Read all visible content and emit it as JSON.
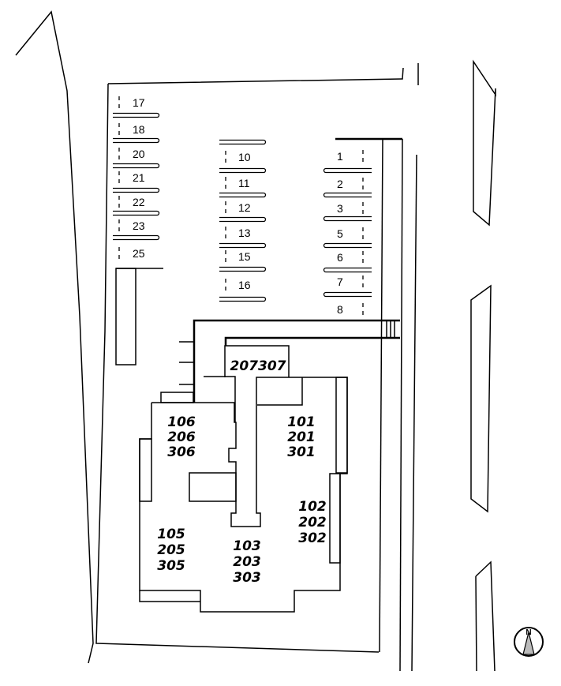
{
  "parking": {
    "left_column": [
      "17",
      "18",
      "20",
      "21",
      "22",
      "23",
      "25"
    ],
    "middle_column": [
      "10",
      "11",
      "12",
      "13",
      "15",
      "16"
    ],
    "right_column": [
      "1",
      "2",
      "3",
      "5",
      "6",
      "7",
      "8"
    ]
  },
  "building": {
    "units": {
      "top": "207307",
      "north_west": [
        "106",
        "206",
        "306"
      ],
      "north_east": [
        "101",
        "201",
        "301"
      ],
      "east": [
        "102",
        "202",
        "302"
      ],
      "south_west": [
        "105",
        "205",
        "305"
      ],
      "south": [
        "103",
        "203",
        "303"
      ]
    }
  },
  "compass": {
    "label": "N"
  }
}
